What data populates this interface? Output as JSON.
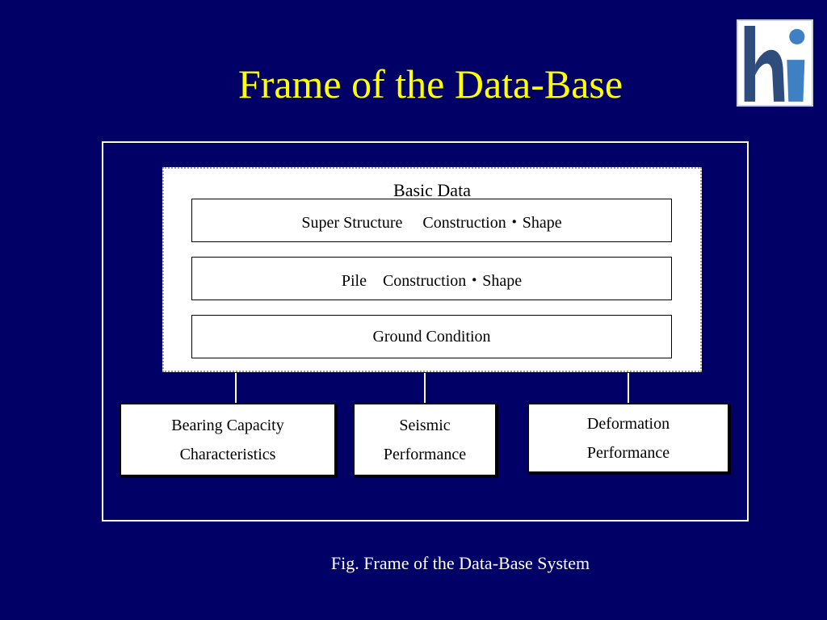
{
  "slide": {
    "title": "Frame of the Data-Base",
    "background_color": "#000066",
    "title_color": "#ffff00",
    "logo_icon": "hi-logo-icon"
  },
  "diagram": {
    "basic_data": {
      "title": "Basic Data",
      "rows": [
        "Super Structure　 Construction・Shape",
        "Pile　Construction・Shape",
        "Ground Condition"
      ]
    },
    "outputs": [
      {
        "line1": "Bearing Capacity",
        "line2": "Characteristics"
      },
      {
        "line1": "Seismic",
        "line2": "Performance"
      },
      {
        "line1": "Deformation",
        "line2": "Performance"
      }
    ]
  },
  "caption": "Fig.  Frame of the Data-Base System"
}
